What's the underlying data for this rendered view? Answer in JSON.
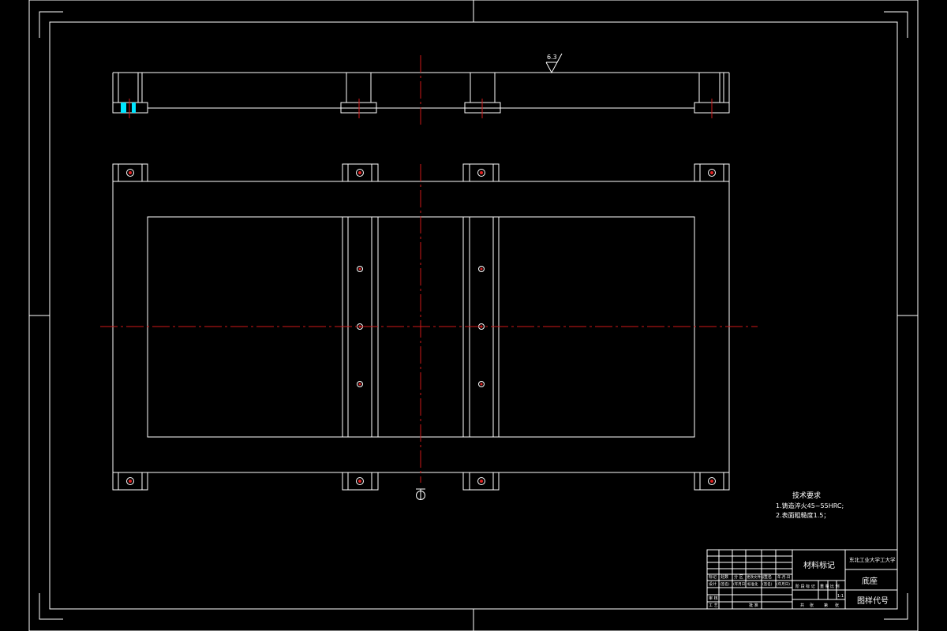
{
  "drawing": {
    "roughness_label": "6.3",
    "notes_title": "技术要求",
    "notes": [
      "1.铸造淬火45~55HRC;",
      "2.表面粗糙度1.5；"
    ],
    "title_block": {
      "material_label": "材料标记",
      "school_label": "东北工业大学工大学",
      "part_name": "底座",
      "drawing_code_label": "图样代号",
      "header_cells": [
        "标记",
        "处数",
        "分 区",
        "更改文件号",
        "签名",
        "年.月.日"
      ],
      "design_row": [
        "设计",
        "(签名)",
        "(年月日)",
        "标准化",
        "(签名)",
        "(年月日)"
      ],
      "stage_labels": [
        "阶 段 标 记",
        "重 量",
        "比 例"
      ],
      "scale_value": "1:1",
      "sheet_labels": [
        "共",
        "张",
        "第",
        "张"
      ],
      "review_label": "审 核",
      "process_label": "工 艺",
      "approve_label": "批 准"
    },
    "colors": {
      "line": "#ffffff",
      "centerline": "#d01818",
      "hole_fill": "#e02020",
      "highlight": "#00e5ff"
    }
  }
}
